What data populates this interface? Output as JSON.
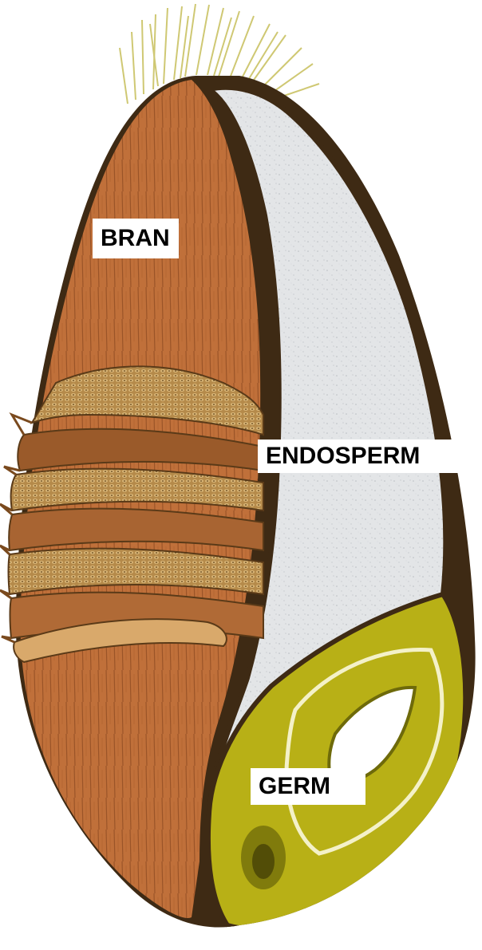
{
  "labels": {
    "bran": "BRAN",
    "endosperm": "ENDOSPERM",
    "germ": "GERM"
  },
  "colors": {
    "bran": "#c0703a",
    "bran_dark": "#7a3d18",
    "bran_layer": "#b58a4a",
    "endosperm": "#e2e4e6",
    "germ": "#b8b016",
    "germ_dark": "#6e6a0a",
    "outline": "#3e2a14",
    "hair": "#d9d48a"
  }
}
